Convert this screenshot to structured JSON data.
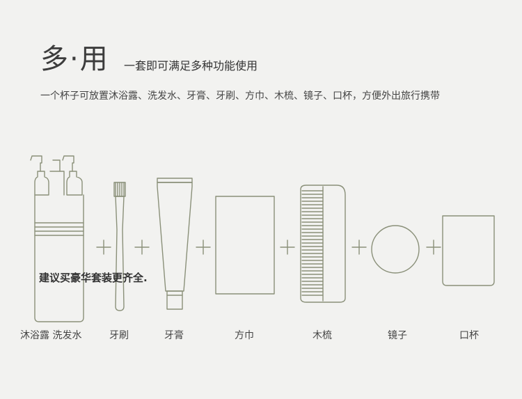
{
  "heading": {
    "title": "多·用",
    "subtitle": "一套即可满足多种功能使用"
  },
  "description": "一个杯子可放置沐浴露、洗发水、牙膏、牙刷、方巾、木梳、镜子、口杯，方便外出旅行携带",
  "note": "建议买豪华套装更齐全.",
  "items": [
    {
      "label": "沐浴露 洗发水",
      "icon": "bottles-cup-icon"
    },
    {
      "label": "牙刷",
      "icon": "toothbrush-icon"
    },
    {
      "label": "牙膏",
      "icon": "toothpaste-icon"
    },
    {
      "label": "方巾",
      "icon": "towel-icon"
    },
    {
      "label": "木梳",
      "icon": "comb-icon"
    },
    {
      "label": "镜子",
      "icon": "mirror-icon"
    },
    {
      "label": "口杯",
      "icon": "cup-icon"
    }
  ],
  "colors": {
    "background": "#f2f2f0",
    "line": "#8a9079"
  }
}
